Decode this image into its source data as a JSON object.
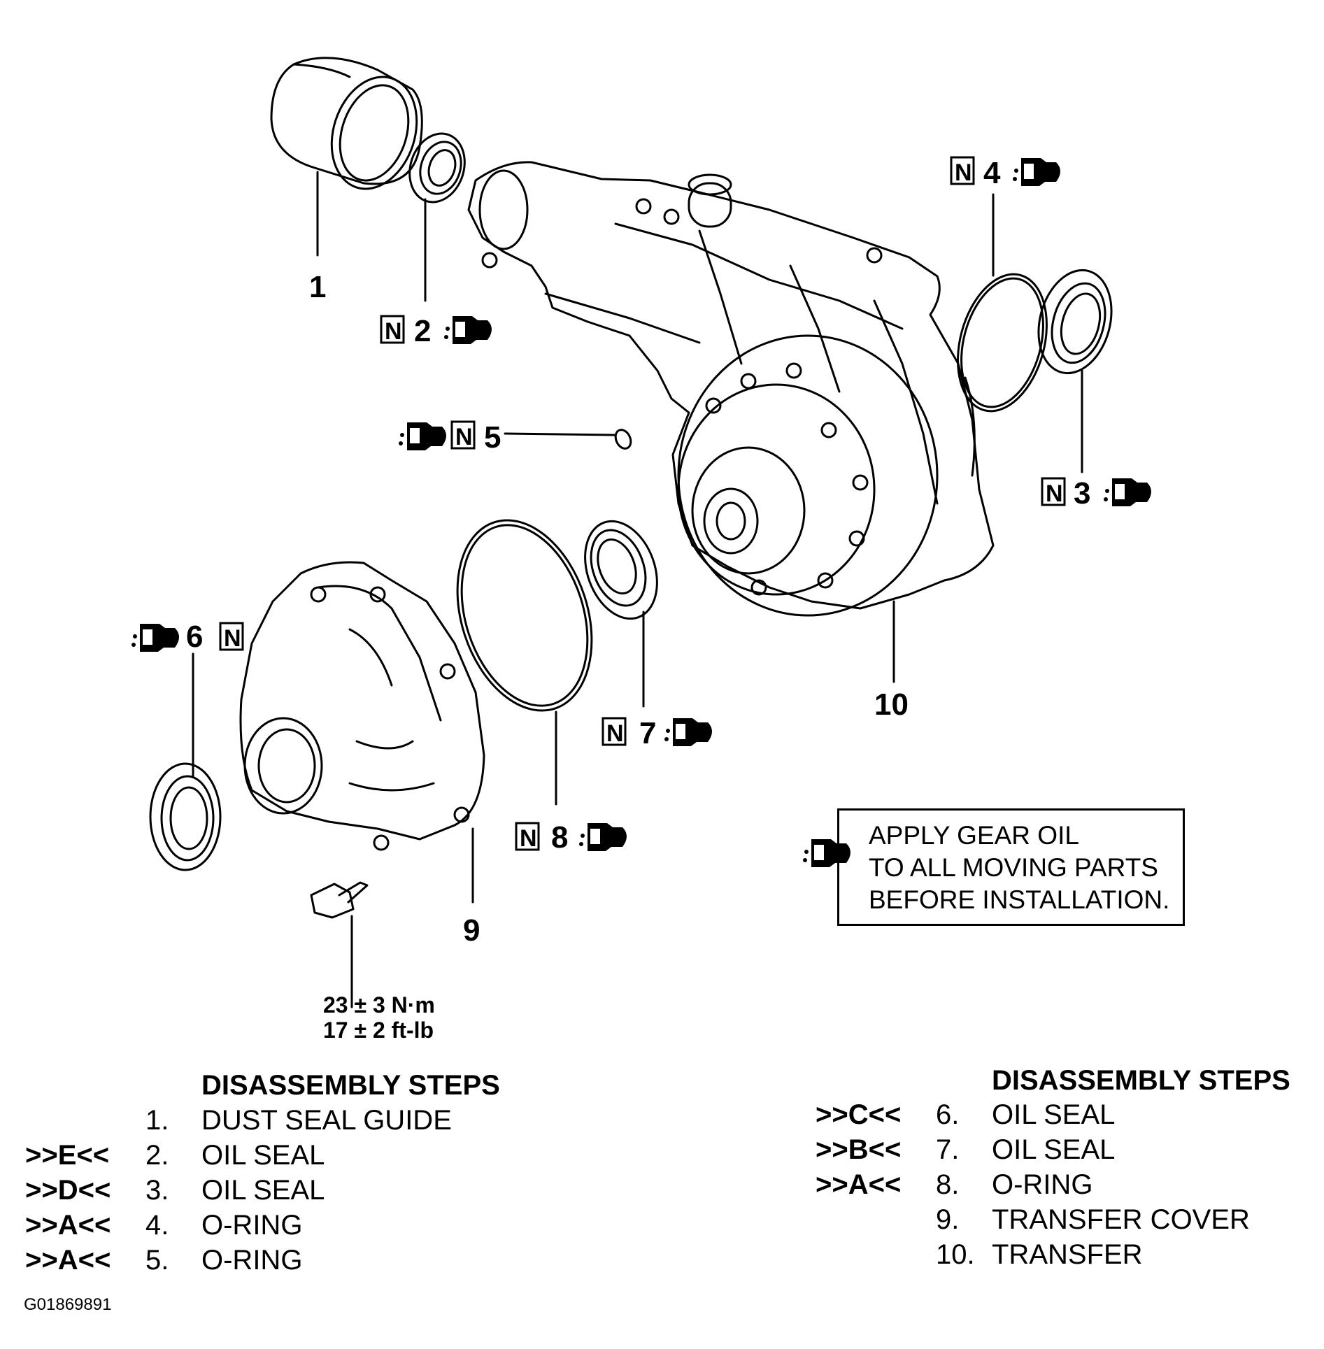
{
  "callouts": {
    "c1": "1",
    "c2": "2",
    "c3": "3",
    "c4": "4",
    "c5": "5",
    "c6": "6",
    "c7": "7",
    "c8": "8",
    "c9": "9",
    "c10": "10",
    "new_part_mark": "N"
  },
  "torque": {
    "metric": "23 ± 3 N·m",
    "imperial": "17 ± 2 ft-lb"
  },
  "note": {
    "icon": "gear-oil-can-icon",
    "line1": "APPLY GEAR OIL",
    "line2": "TO ALL MOVING PARTS",
    "line3": "BEFORE INSTALLATION."
  },
  "steps_left": {
    "title": "DISASSEMBLY STEPS",
    "rows": [
      {
        "code": "",
        "num": "1.",
        "name": "DUST SEAL GUIDE"
      },
      {
        "code": ">>E<<",
        "num": "2.",
        "name": "OIL SEAL"
      },
      {
        "code": ">>D<<",
        "num": "3.",
        "name": "OIL SEAL"
      },
      {
        "code": ">>A<<",
        "num": "4.",
        "name": "O-RING"
      },
      {
        "code": ">>A<<",
        "num": "5.",
        "name": "O-RING"
      }
    ]
  },
  "steps_right": {
    "title": "DISASSEMBLY STEPS",
    "rows": [
      {
        "code": ">>C<<",
        "num": "6.",
        "name": "OIL SEAL"
      },
      {
        "code": ">>B<<",
        "num": "7.",
        "name": "OIL SEAL"
      },
      {
        "code": ">>A<<",
        "num": "8.",
        "name": "O-RING"
      },
      {
        "code": "",
        "num": "9.",
        "name": "TRANSFER COVER"
      },
      {
        "code": "",
        "num": "10.",
        "name": "TRANSFER"
      }
    ]
  },
  "figure_id": "G01869891"
}
